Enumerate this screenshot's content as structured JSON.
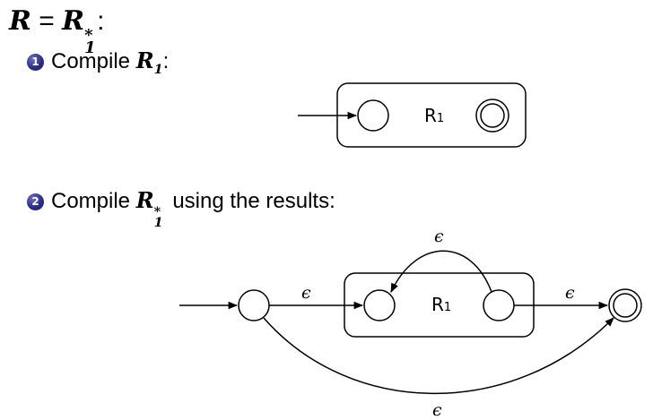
{
  "heading": {
    "lhs": "R",
    "eq": " = ",
    "rhs": "R",
    "sup": "*",
    "sub": "1",
    "colon": ":"
  },
  "step1": {
    "bullet": "1",
    "text": "Compile ",
    "math": "R",
    "sub": "1",
    "colon": ":"
  },
  "step2": {
    "bullet": "2",
    "text": "Compile ",
    "math": "R",
    "sup": "*",
    "sub": "1",
    "rest": " using the results:"
  },
  "diagram1": {
    "box_label": "R",
    "box_label_sub": "1"
  },
  "diagram2": {
    "box_label": "R",
    "box_label_sub": "1",
    "edge_loop": "ϵ",
    "edge_in": "ϵ",
    "edge_out": "ϵ",
    "edge_bypass": "ϵ"
  },
  "colors": {
    "bullet": "#2a2e8a",
    "stroke": "#000000"
  }
}
